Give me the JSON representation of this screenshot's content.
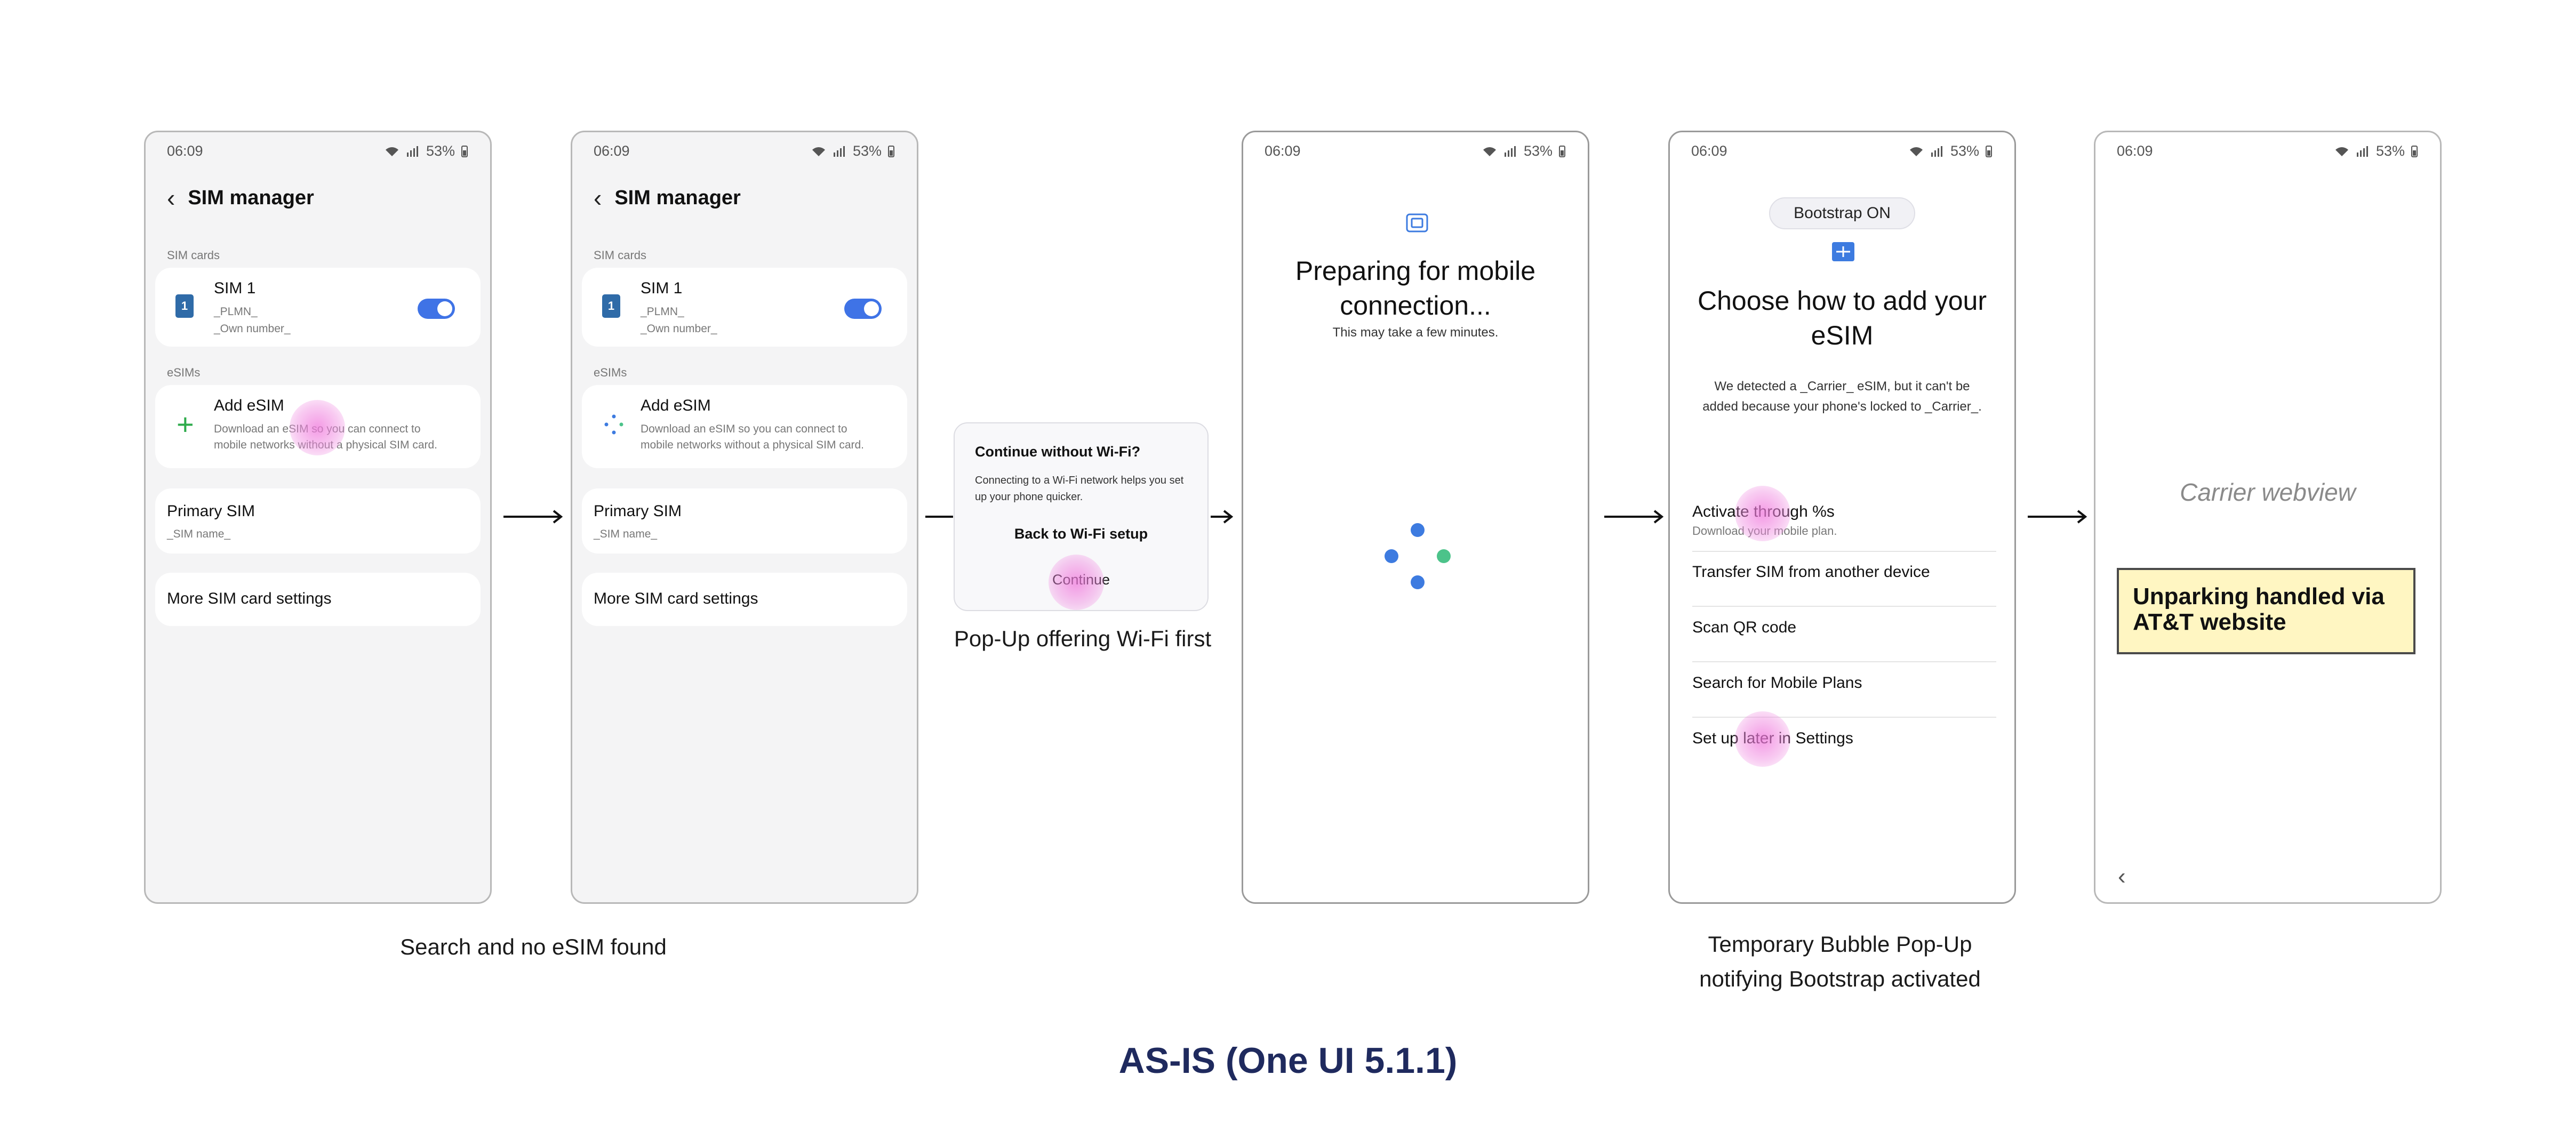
{
  "status": {
    "time": "06:09",
    "battery": "53%"
  },
  "screen1": {
    "title": "SIM manager",
    "sim_cards_label": "SIM cards",
    "sim1_name": "SIM 1",
    "sim1_icon": "1",
    "sim1_plmn": "_PLMN_",
    "sim1_number": "_Own number_",
    "esims_label": "eSIMs",
    "add_esim_title": "Add eSIM",
    "add_esim_desc_1": "Download an eSIM so you can connect to",
    "add_esim_desc_2": "mobile networks without a physical SIM card.",
    "primary_sim": "Primary SIM",
    "primary_sim_name": "_SIM name_",
    "more_settings": "More SIM card settings"
  },
  "screen2": {
    "title": "SIM manager",
    "sim_cards_label": "SIM cards",
    "sim1_name": "SIM 1",
    "sim1_icon": "1",
    "sim1_plmn": "_PLMN_",
    "sim1_number": "_Own number_",
    "esims_label": "eSIMs",
    "add_esim_title": "Add eSIM",
    "add_esim_desc_1": "Download an eSIM so you can connect to",
    "add_esim_desc_2": "mobile networks without a physical SIM card.",
    "primary_sim": "Primary SIM",
    "primary_sim_name": "_SIM name_",
    "more_settings": "More SIM card settings"
  },
  "dialog": {
    "title": "Continue without Wi-Fi?",
    "body": "Connecting to a Wi-Fi network helps you set up your phone quicker.",
    "back_button": "Back to Wi-Fi setup",
    "continue_button": "Continue"
  },
  "screen3": {
    "title_line1": "Preparing for mobile",
    "title_line2": "connection...",
    "subtitle": "This may take a few minutes."
  },
  "screen4": {
    "bubble": "Bootstrap ON",
    "title_line1": "Choose how to add your",
    "title_line2": "eSIM",
    "desc_line1": "We detected a _Carrier_ eSIM, but it can't be",
    "desc_line2": "added because your phone's locked to _Carrier_.",
    "option1": "Activate through %s",
    "option1_sub": "Download your mobile plan.",
    "option2": "Transfer SIM from another device",
    "option3": "Scan QR code",
    "option4": "Search for Mobile Plans",
    "option5": "Set up later in Settings"
  },
  "screen5": {
    "webview_label": "Carrier webview",
    "note": "Unparking handled via AT&T website"
  },
  "captions": {
    "c1": "Search and no eSIM found",
    "c2": "Pop-Up offering Wi-Fi first",
    "c3_line1": "Temporary Bubble Pop-Up",
    "c3_line2": "notifying Bootstrap activated"
  },
  "main_title": "AS-IS (One UI 5.1.1)",
  "colors": {
    "toggle_on": "#3f73e6",
    "sim_icon": "#2f6ba8",
    "add_plus": "#2eab4b",
    "tap_highlight": "#f078dc",
    "note_bg": "#fff6c2",
    "title_navy": "#1f2a5e",
    "loader_blue": "#3d7be0",
    "loader_green": "#4cc38a"
  },
  "icons": [
    "back-arrow-icon",
    "wifi-icon",
    "signal-icon",
    "battery-icon",
    "sim-card-icon",
    "plus-icon",
    "loading-dots-icon",
    "esim-chip-icon",
    "arrow-right-icon"
  ]
}
